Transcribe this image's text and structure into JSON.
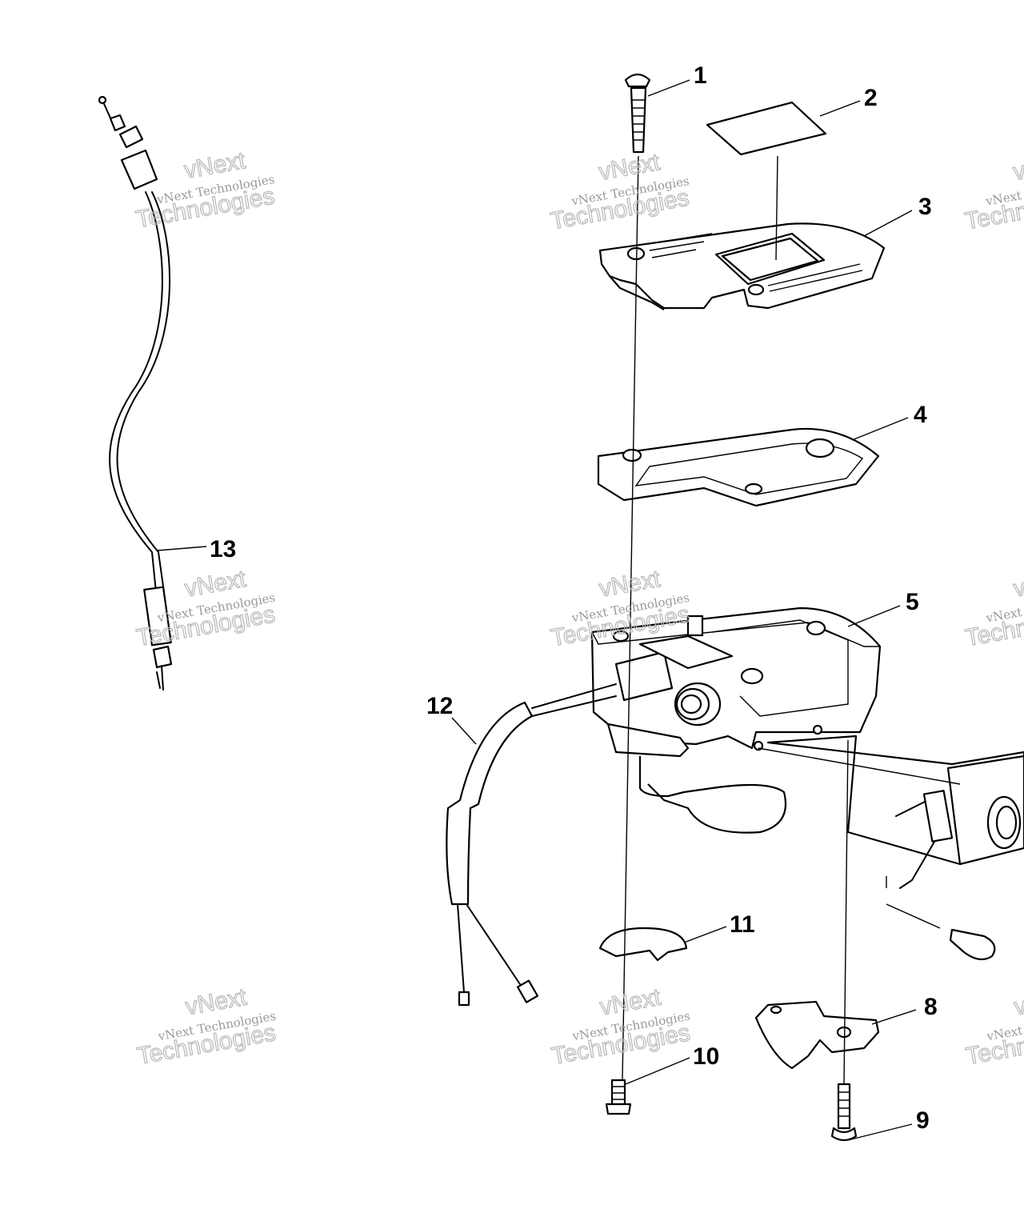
{
  "callouts": [
    "1",
    "2",
    "3",
    "4",
    "5",
    "8",
    "9",
    "10",
    "11",
    "12",
    "13"
  ],
  "watermark": {
    "line1": "vNext Technologies",
    "line2": "Technologies",
    "line3": "vNext"
  }
}
